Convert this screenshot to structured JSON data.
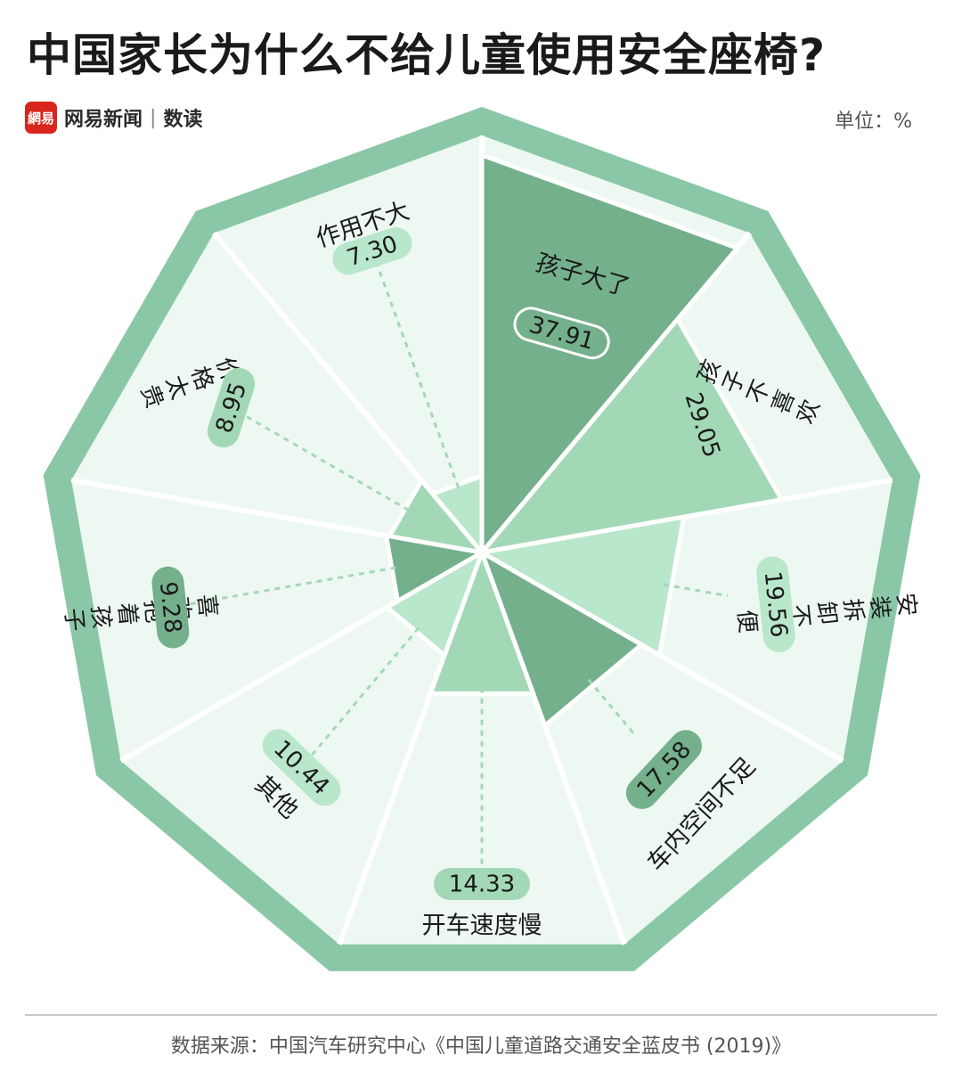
{
  "title": "中国家长为什么不给儿童使用安全座椅?",
  "brand": {
    "logo_text": "網易",
    "name": "网易新闻",
    "separator": "|",
    "sub": "数读"
  },
  "unit_label": "单位：%",
  "source": "数据来源：中国汽车研究中心《中国儿童道路交通安全蓝皮书 (2019)》",
  "colors": {
    "frame": "#8ac7a6",
    "panel": "#eef8f2",
    "shade_dark": "#74b08c",
    "shade_mid": "#a3d8b7",
    "shade_light": "#b9e7cb",
    "label_dark": "#74b08c",
    "label_mid": "#a3d8b7",
    "label_light": "#b9e7cb"
  },
  "chart_data": {
    "type": "radial-bar",
    "unit": "%",
    "categories": [
      "孩子大了",
      "孩子不喜欢",
      "安装拆卸不方便",
      "车内空间不足",
      "开车速度慢",
      "其他",
      "喜欢抱着孩子",
      "价格太贵",
      "作用不大"
    ],
    "values": [
      37.91,
      29.05,
      19.56,
      17.58,
      14.33,
      10.44,
      9.28,
      8.95,
      7.3
    ],
    "value_labels": [
      "37.91",
      "29.05",
      "19.56",
      "17.58",
      "14.33",
      "10.44",
      "9.28",
      "8.95",
      "7.30"
    ],
    "shades": [
      "dark",
      "mid",
      "light",
      "dark",
      "mid",
      "light",
      "dark",
      "mid",
      "light"
    ]
  }
}
